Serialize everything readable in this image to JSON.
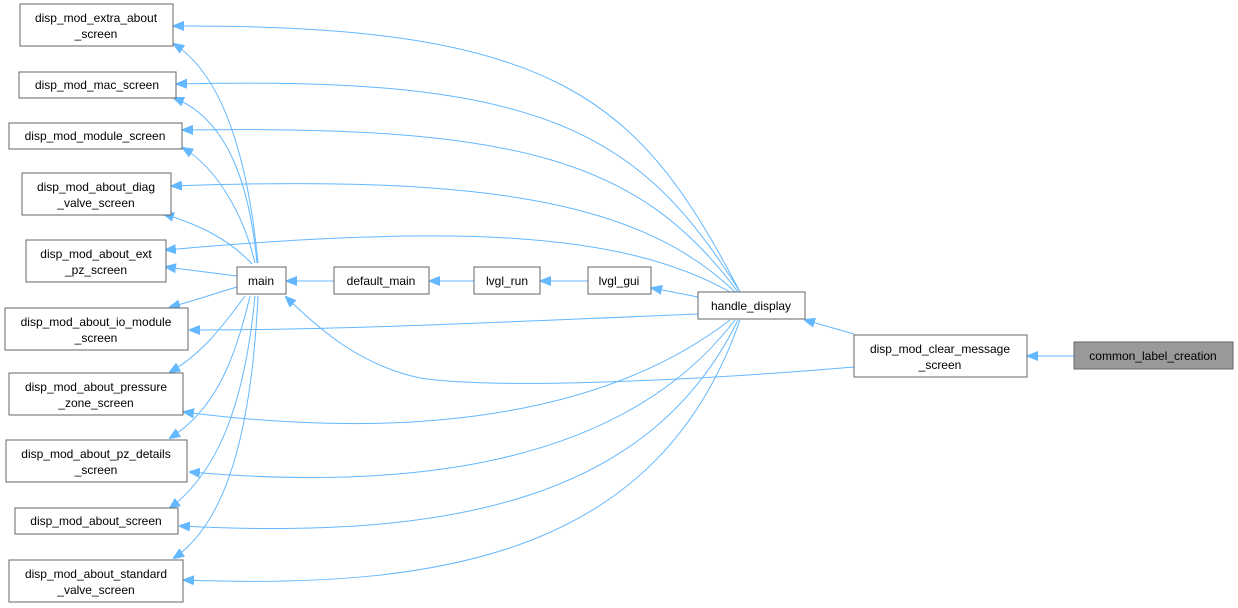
{
  "diagram": {
    "nodes": {
      "extra_about": [
        "disp_mod_extra_about",
        "_screen"
      ],
      "mac": [
        "disp_mod_mac_screen"
      ],
      "module": [
        "disp_mod_module_screen"
      ],
      "diag": [
        "disp_mod_about_diag",
        "_valve_screen"
      ],
      "ext": [
        "disp_mod_about_ext",
        "_pz_screen"
      ],
      "io": [
        "disp_mod_about_io_module",
        "_screen"
      ],
      "pressure": [
        "disp_mod_about_pressure",
        "_zone_screen"
      ],
      "pzdet": [
        "disp_mod_about_pz_details",
        "_screen"
      ],
      "about": [
        "disp_mod_about_screen"
      ],
      "standard": [
        "disp_mod_about_standard",
        "_valve_screen"
      ],
      "main": [
        "main"
      ],
      "default_main": [
        "default_main"
      ],
      "lvgl_run": [
        "lvgl_run"
      ],
      "lvgl_gui": [
        "lvgl_gui"
      ],
      "handle_display": [
        "handle_display"
      ],
      "clear_msg": [
        "disp_mod_clear_message",
        "_screen"
      ],
      "common_label": [
        "common_label_creation"
      ]
    },
    "highlighted": "common_label",
    "colors": {
      "edge": "#63b8ff",
      "node_border": "#666666",
      "highlight_fill": "#999999"
    }
  }
}
